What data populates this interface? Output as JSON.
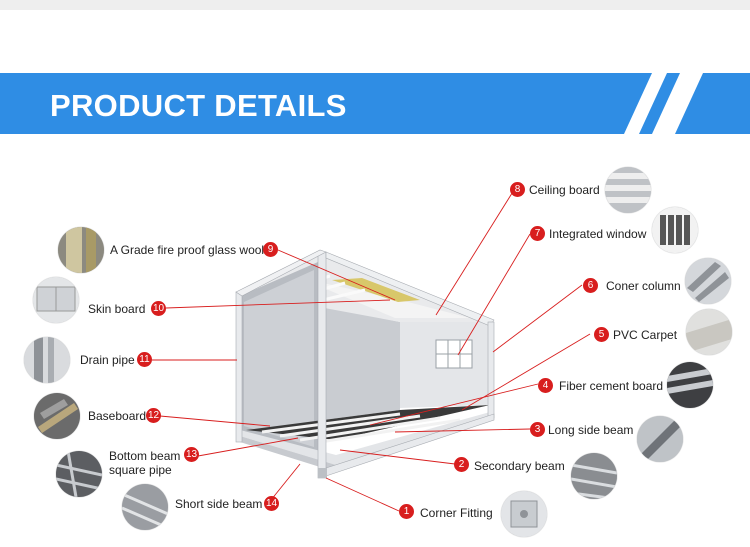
{
  "banner": {
    "title": "PRODUCT DETAILS",
    "color": "#2f8de4"
  },
  "accent_color": "#d81e1e",
  "callouts": [
    {
      "num": "1",
      "label": "Corner Fitting",
      "icon": "corner-fitting-photo"
    },
    {
      "num": "2",
      "label": "Secondary beam",
      "icon": "secondary-beam-photo"
    },
    {
      "num": "3",
      "label": "Long side beam",
      "icon": "long-side-beam-photo"
    },
    {
      "num": "4",
      "label": "Fiber cement board",
      "icon": "fiber-cement-board-photo"
    },
    {
      "num": "5",
      "label": "PVC Carpet",
      "icon": "pvc-carpet-photo"
    },
    {
      "num": "6",
      "label": "Coner column",
      "icon": "corner-column-photo"
    },
    {
      "num": "7",
      "label": "Integrated window",
      "icon": "integrated-window-photo"
    },
    {
      "num": "8",
      "label": "Ceiling board",
      "icon": "ceiling-board-photo"
    },
    {
      "num": "9",
      "label": "A Grade fire proof glass wool",
      "icon": "glass-wool-photo"
    },
    {
      "num": "10",
      "label": "Skin board",
      "icon": "skin-board-photo"
    },
    {
      "num": "11",
      "label": "Drain pipe",
      "icon": "drain-pipe-photo"
    },
    {
      "num": "12",
      "label": "Baseboard",
      "icon": "baseboard-photo"
    },
    {
      "num": "13",
      "label": "Bottom beam square pipe",
      "label_line1": "Bottom beam",
      "label_line2": "square pipe",
      "icon": "bottom-beam-photo"
    },
    {
      "num": "14",
      "label": "Short side beam",
      "icon": "short-side-beam-photo"
    }
  ]
}
